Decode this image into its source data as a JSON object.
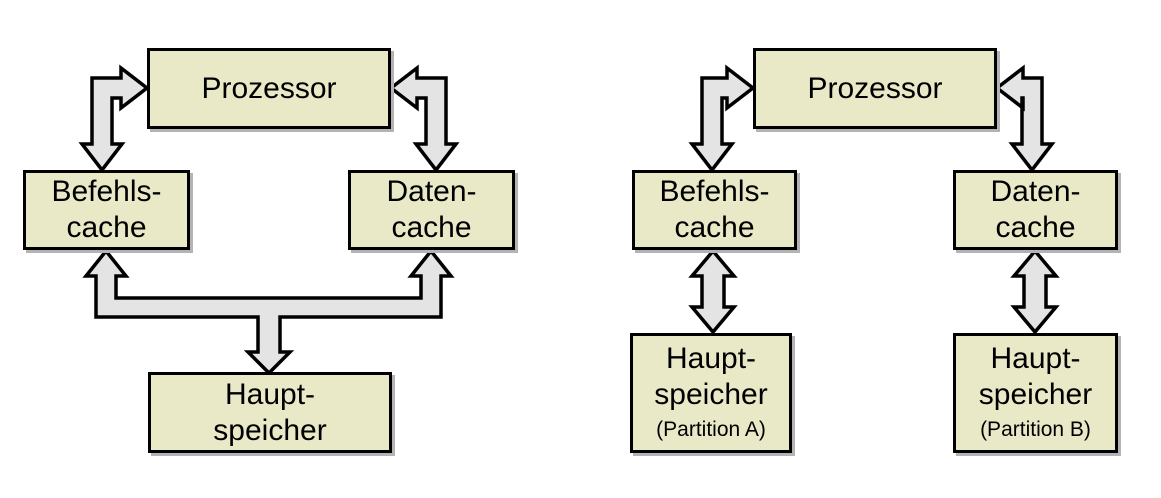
{
  "colors": {
    "box_fill": "#e9e9c8",
    "box_border": "#000000",
    "arrow_fill": "#e4e4e4",
    "arrow_border": "#000000",
    "shadow_color": "#b3b3b3",
    "background": "#ffffff"
  },
  "diagrams": [
    {
      "nodes": {
        "prozessor": {
          "label": "Prozessor"
        },
        "befehlscache": {
          "line1": "Befehls-",
          "line2": "cache"
        },
        "datencache": {
          "line1": "Daten-",
          "line2": "cache"
        },
        "hauptspeicher": {
          "line1": "Haupt-",
          "line2": "speicher"
        }
      },
      "edges": [
        {
          "between": [
            "Prozessor",
            "Befehls-cache"
          ],
          "arrow": "double-headed-bent"
        },
        {
          "between": [
            "Prozessor",
            "Daten-cache"
          ],
          "arrow": "double-headed-bent"
        },
        {
          "between": [
            "Befehls-cache",
            "Daten-cache",
            "Haupt-speicher"
          ],
          "arrow": "three-headed-branch"
        }
      ]
    },
    {
      "nodes": {
        "prozessor": {
          "label": "Prozessor"
        },
        "befehlscache": {
          "line1": "Befehls-",
          "line2": "cache"
        },
        "datencache": {
          "line1": "Daten-",
          "line2": "cache"
        },
        "hauptspeicher_a": {
          "line1": "Haupt-",
          "line2": "speicher",
          "note": "(Partition A)"
        },
        "hauptspeicher_b": {
          "line1": "Haupt-",
          "line2": "speicher",
          "note": "(Partition B)"
        }
      },
      "edges": [
        {
          "between": [
            "Prozessor",
            "Befehls-cache"
          ],
          "arrow": "double-headed-bent"
        },
        {
          "between": [
            "Prozessor",
            "Daten-cache"
          ],
          "arrow": "double-headed-bent"
        },
        {
          "between": [
            "Befehls-cache",
            "Haupt-speicher (Partition A)"
          ],
          "arrow": "double-headed-straight"
        },
        {
          "between": [
            "Daten-cache",
            "Haupt-speicher (Partition B)"
          ],
          "arrow": "double-headed-straight"
        }
      ]
    }
  ]
}
